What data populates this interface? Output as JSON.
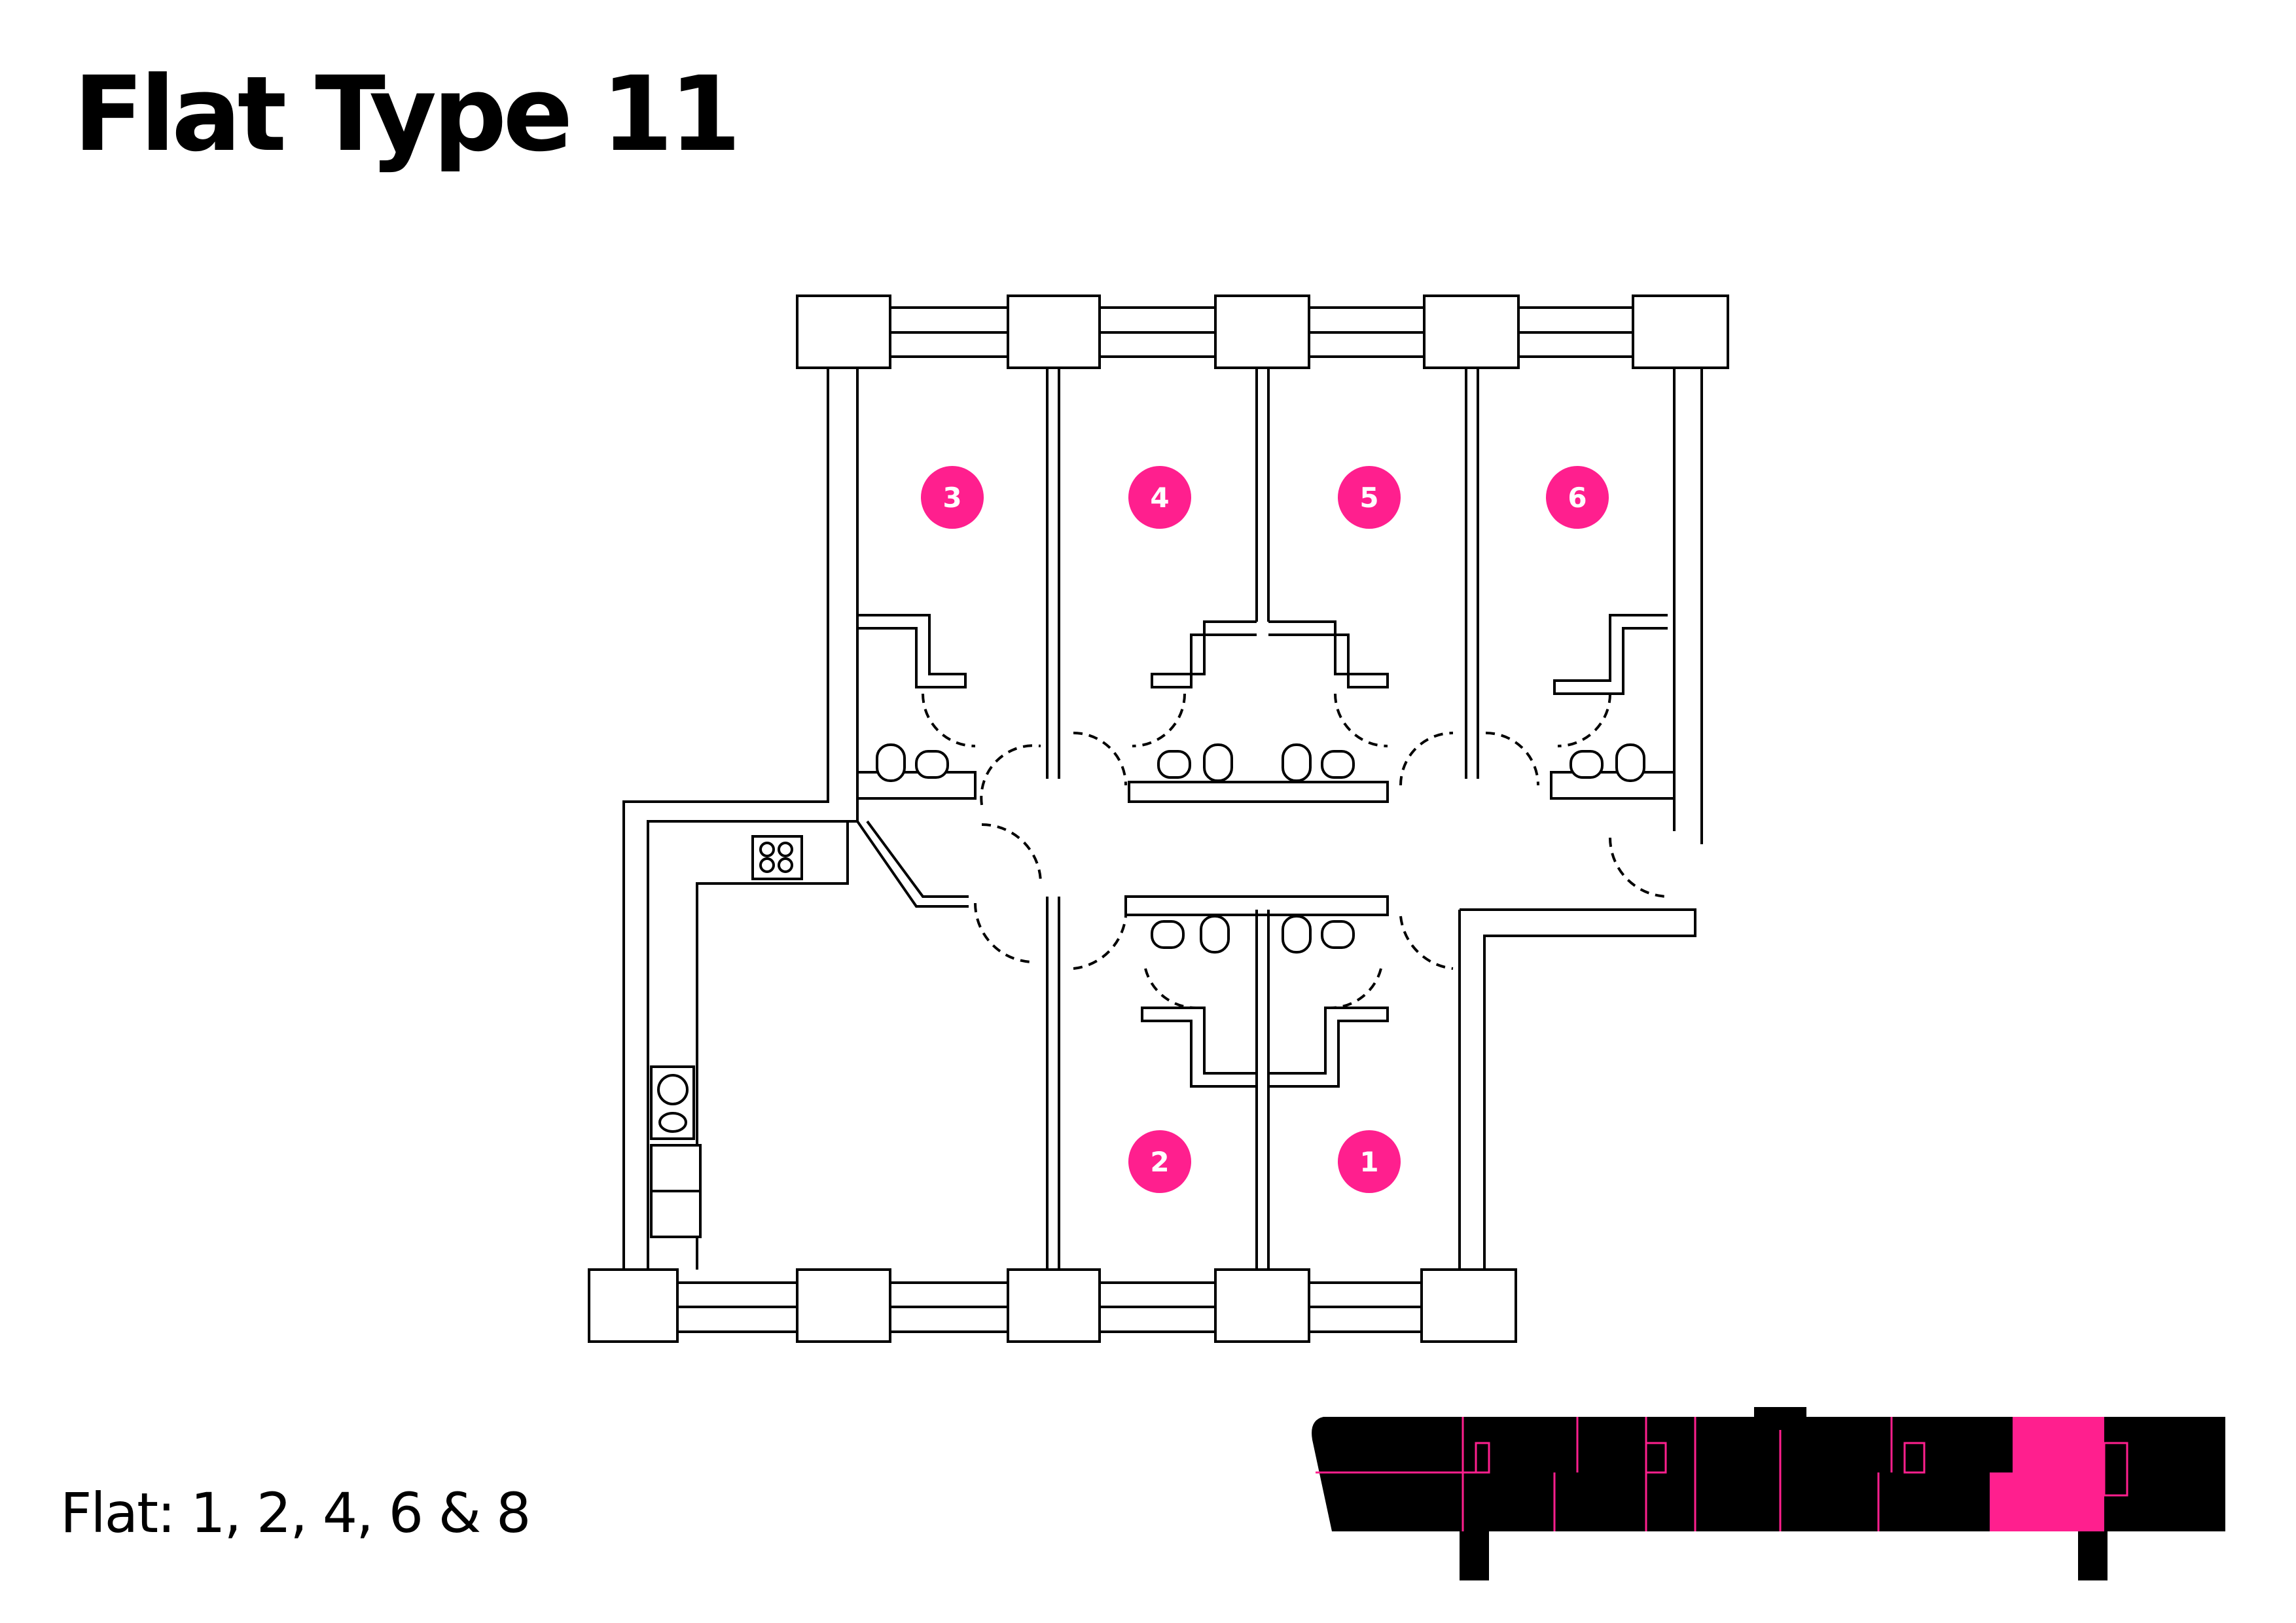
{
  "title": "Flat Type 11",
  "flats_label": "Flat: 1, 2, 4, 6 & 8",
  "accent_color": "#FF1F8E",
  "rooms": [
    {
      "label": "3"
    },
    {
      "label": "4"
    },
    {
      "label": "5"
    },
    {
      "label": "6"
    },
    {
      "label": "2"
    },
    {
      "label": "1"
    }
  ]
}
